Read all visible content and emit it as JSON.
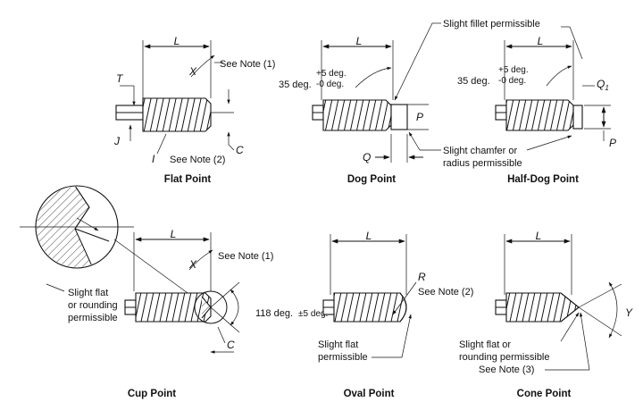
{
  "labels": {
    "L": "L",
    "T": "T",
    "J": "J",
    "I": "I",
    "X": "X",
    "C": "C",
    "P": "P",
    "Q": "Q",
    "Q1": "Q",
    "Q1_sub": "1",
    "R": "R",
    "Y": "Y"
  },
  "notes": {
    "see_note_1": "See Note (1)",
    "see_note_2": "See Note (2)",
    "see_note_3": "See Note (3)",
    "slight_fillet": "Slight fillet permissible",
    "slight_chamfer_1": "Slight chamfer or",
    "slight_chamfer_2": "radius permissible",
    "angle_35": "35 deg.",
    "tol_plus": "+5 deg.",
    "tol_minus": "-0 deg.",
    "cup_flat_1": "Slight flat",
    "cup_flat_2": "or rounding",
    "cup_flat_3": "permissible",
    "cup_angle": "118 deg.",
    "cup_angle_tol": "±5 deg.",
    "oval_flat_1": "Slight flat",
    "oval_flat_2": "permissible",
    "cone_flat_1": "Slight flat or",
    "cone_flat_2": "rounding permissible"
  },
  "titles": {
    "flat": "Flat Point",
    "dog": "Dog Point",
    "half_dog": "Half-Dog Point",
    "cup": "Cup Point",
    "oval": "Oval Point",
    "cone": "Cone Point"
  }
}
